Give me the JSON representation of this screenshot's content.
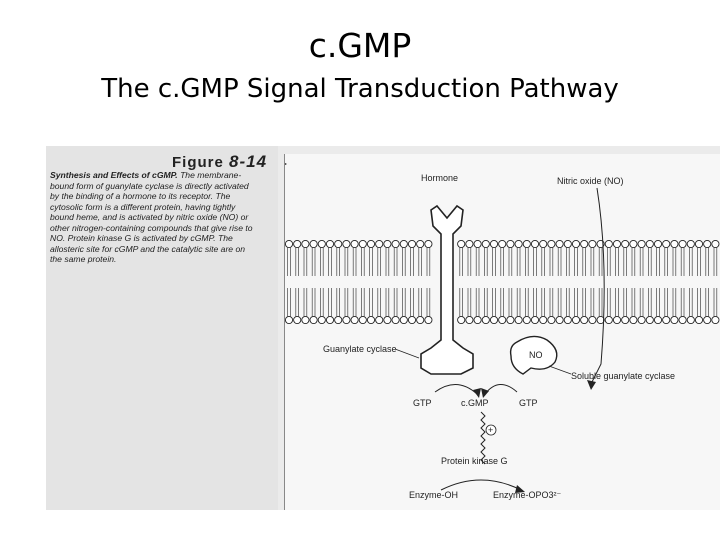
{
  "slide": {
    "title": "c.GMP",
    "subtitle": "The c.GMP Signal Transduction Pathway"
  },
  "figure": {
    "label_prefix": "Figure",
    "label_number": "8-14",
    "caption_title": "Synthesis and Effects of cGMP.",
    "caption_body": "The membrane-bound form of guanylate cyclase is directly activated by the binding of a hormone to its receptor. The cytosolic form is a different protein, having tightly bound heme, and is activated by nitric oxide (NO) or other nitrogen-containing compounds that give rise to NO. Protein kinase G is activated by cGMP. The allosteric site for cGMP and the catalytic site are on the same protein."
  },
  "diagram": {
    "hormone": "Hormone",
    "nitric_oxide": "Nitric oxide (NO)",
    "guanylate_cyclase": "Guanylate cyclase",
    "no": "NO",
    "soluble_guanylate_cyclase": "Soluble guanylate cyclase",
    "gtp_left": "GTP",
    "cgmp": "c.GMP",
    "gtp_right": "GTP",
    "plus": "+",
    "protein_kinase_g": "Protein kinase G",
    "enzyme_oh": "Enzyme-OH",
    "enzyme_opo3": "Enzyme-OPO3²⁻"
  },
  "colors": {
    "ink": "#222222",
    "panel": "#e4e4e4"
  }
}
